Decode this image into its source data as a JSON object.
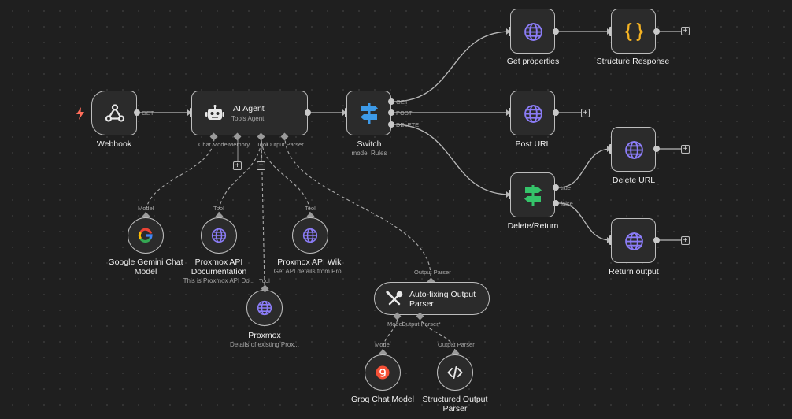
{
  "nodes": {
    "webhook": {
      "title": "Webhook"
    },
    "ai_agent": {
      "title": "AI Agent",
      "subtitle": "Tools Agent",
      "ports": {
        "chat_model": "Chat Model",
        "memory": "Memory",
        "tool": "Tool",
        "output_parser": "Output Parser"
      }
    },
    "switch": {
      "title": "Switch",
      "subtitle": "mode: Rules",
      "outputs": {
        "get": "GET",
        "post": "POST",
        "delete": "DELETE"
      }
    },
    "get_properties": {
      "title": "Get properties"
    },
    "structure_response": {
      "title": "Structure Response"
    },
    "post_url": {
      "title": "Post URL"
    },
    "delete_return": {
      "title": "Delete/Return",
      "outputs": {
        "true": "true",
        "false": "false"
      }
    },
    "delete_url": {
      "title": "Delete URL"
    },
    "return_output": {
      "title": "Return output"
    },
    "gemini": {
      "title_line1": "Google Gemini Chat",
      "title_line2": "Model",
      "port": "Model"
    },
    "proxmox_docs": {
      "title_line1": "Proxmox API",
      "title_line2": "Documentation",
      "subtitle": "This is Proxmox API Do...",
      "port": "Tool"
    },
    "proxmox_wiki": {
      "title": "Proxmox API Wiki",
      "subtitle": "Get API details from Pro...",
      "port": "Tool"
    },
    "proxmox": {
      "title": "Proxmox",
      "subtitle": "Details of existing Prox...",
      "port": "Tool"
    },
    "autofix": {
      "title_line1": "Auto-fixing Output",
      "title_line2": "Parser",
      "port": "Output Parser",
      "ports": {
        "model": "Model",
        "output_parser": "Output Parser*"
      }
    },
    "groq": {
      "title": "Groq Chat Model",
      "port": "Model"
    },
    "structured_parser": {
      "title_line1": "Structured Output",
      "title_line2": "Parser",
      "port": "Output Parser"
    }
  },
  "edges": {
    "webhook_out": "GET"
  },
  "colors": {
    "globe": "#8b7cf6",
    "brackets": "#f5b323",
    "switch_icon": "#3d9ae8",
    "if_icon": "#35c46a",
    "trigger": "#ff6d5a",
    "groq": "#f55036"
  },
  "icons": {
    "trigger": "lightning-icon",
    "webhook": "webhook-icon",
    "robot": "robot-icon",
    "signpost": "signpost-icon",
    "globe": "globe-icon",
    "brackets": "curly-braces-icon",
    "tools": "tools-icon",
    "google": "google-icon",
    "groq": "groq-icon",
    "code": "code-icon",
    "plus": "plus-icon"
  }
}
